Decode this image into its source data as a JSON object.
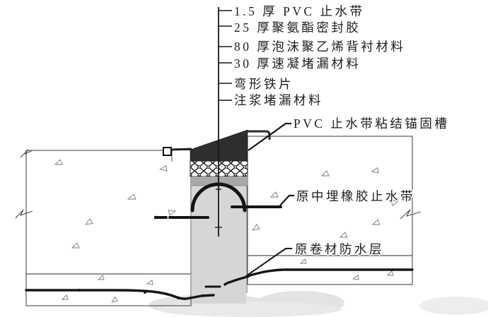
{
  "diagram": {
    "type": "construction-joint-waterproofing-detail",
    "callouts_left": [
      "1.5 厚 PVC 止水带",
      "25 厚聚氨酯密封胶",
      "80 厚泡沫聚乙烯背衬材料",
      "30 厚速凝堵漏材料",
      "弯形铁片",
      "注浆堵漏材料"
    ],
    "callout_groove": "PVC 止水带粘结锚固槽",
    "callout_rubber_waterstop": "原中埋橡胶止水带",
    "callout_membrane": "原卷材防水层",
    "colors": {
      "sealant_black": "#2e2e2e",
      "cushion_gray": "#a8a8a8",
      "joint_gap_gray": "#d6d6d6",
      "leader_line": "#161616",
      "hatch_line": "#9b9b9b"
    }
  }
}
